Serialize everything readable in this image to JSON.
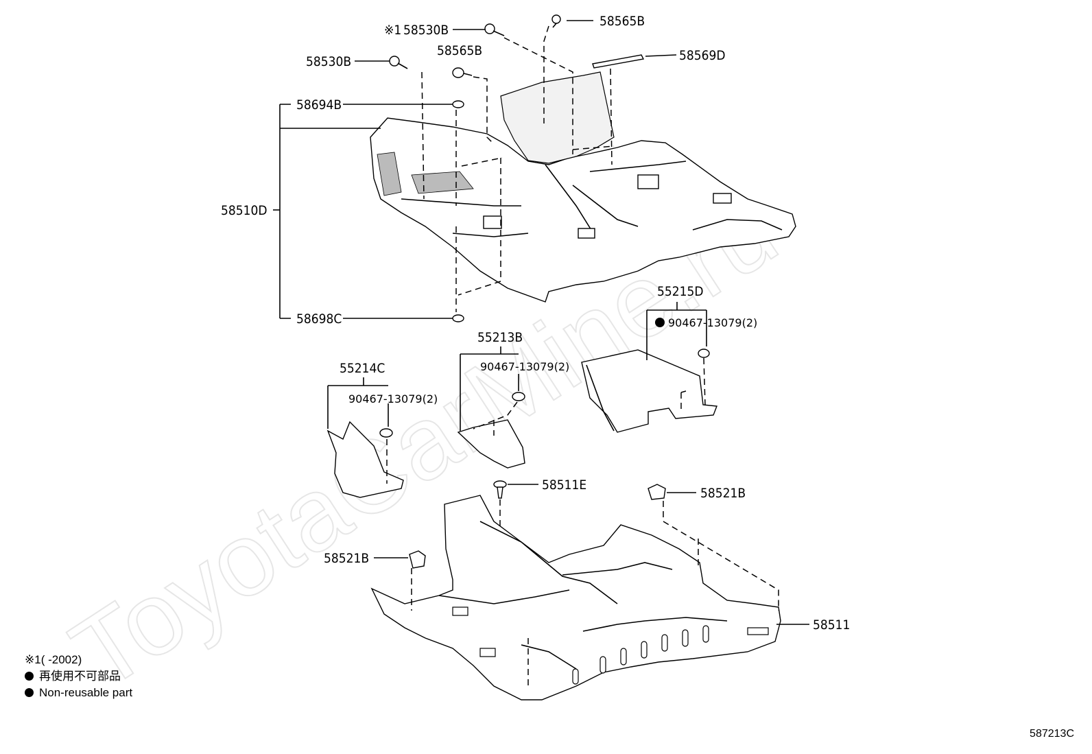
{
  "watermark": "ToyotaCarMine.ru",
  "parts": {
    "p58530B_note": "※1",
    "p58530B_a": "58530B",
    "p58530B_b": "58530B",
    "p58565B_a": "58565B",
    "p58565B_b": "58565B",
    "p58569D": "58569D",
    "p58694B": "58694B",
    "p58510D": "58510D",
    "p58698C": "58698C",
    "p55215D": "55215D",
    "p55215D_sub": "90467-13079(2)",
    "p55213B": "55213B",
    "p55213B_sub": "90467-13079(2)",
    "p55214C": "55214C",
    "p55214C_sub": "90467-13079(2)",
    "p58511E": "58511E",
    "p58521B_a": "58521B",
    "p58521B_b": "58521B",
    "p58511": "58511"
  },
  "notes": {
    "note1_mark": "※1",
    "note1_text": "(      -2002)",
    "note2": "再使用不可部品",
    "note3": "Non-reusable part"
  },
  "diagram_code": "587213C"
}
